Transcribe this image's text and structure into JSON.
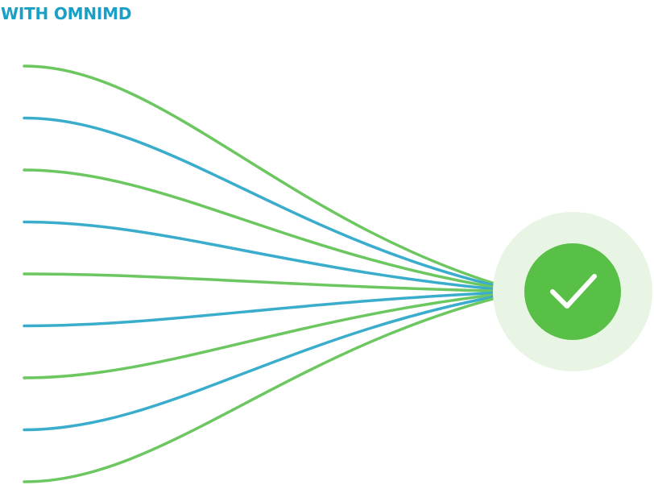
{
  "header": {
    "title": "WITH OMNIMD"
  },
  "colors": {
    "title": "#1a9fc6",
    "green_line": "#6cc760",
    "blue_line": "#3aaccc",
    "badge_halo": "#e9f5e4",
    "badge_fill": "#58c046",
    "check_mark": "#ffffff"
  },
  "diagram": {
    "lines": [
      {
        "color": "green"
      },
      {
        "color": "blue"
      },
      {
        "color": "green"
      },
      {
        "color": "blue"
      },
      {
        "color": "green"
      },
      {
        "color": "blue"
      },
      {
        "color": "green"
      },
      {
        "color": "blue"
      },
      {
        "color": "green"
      }
    ],
    "endpoint_icon": "check-icon"
  }
}
